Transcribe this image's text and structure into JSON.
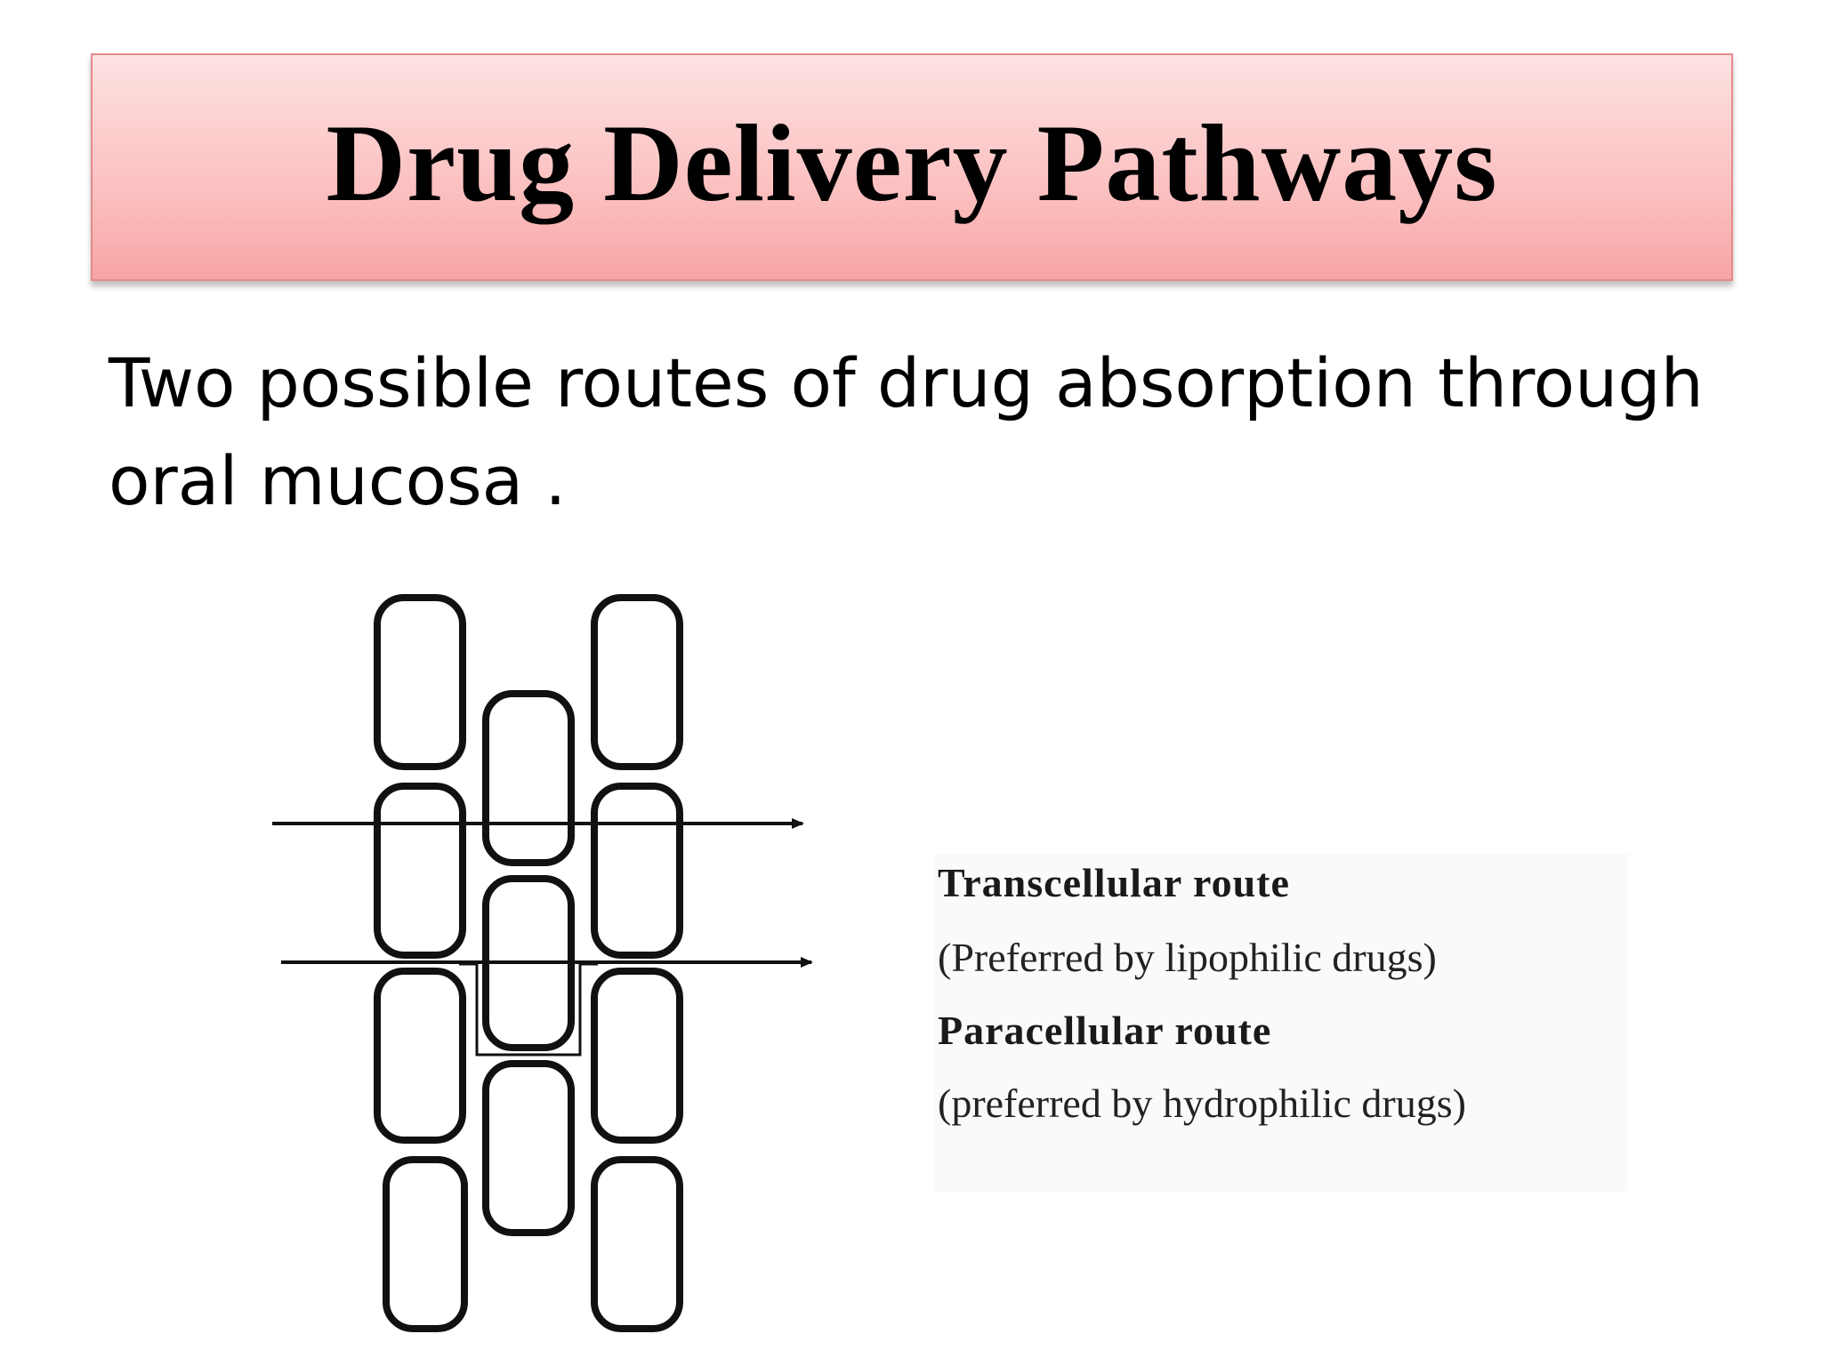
{
  "slide": {
    "title": "Drug Delivery Pathways",
    "subtitle": "Two possible routes of drug absorption through oral mucosa ."
  },
  "diagram": {
    "legend": {
      "transcellular_label": "Transcellular route",
      "transcellular_note": "(Preferred by lipophilic drugs)",
      "paracellular_label": "Paracellular route",
      "paracellular_note": "(preferred by hydrophilic drugs)"
    }
  },
  "colors": {
    "banner_top": "#fde2e2",
    "banner_bottom": "#f7a4a4",
    "banner_border": "#e58a8a",
    "text": "#000000"
  }
}
